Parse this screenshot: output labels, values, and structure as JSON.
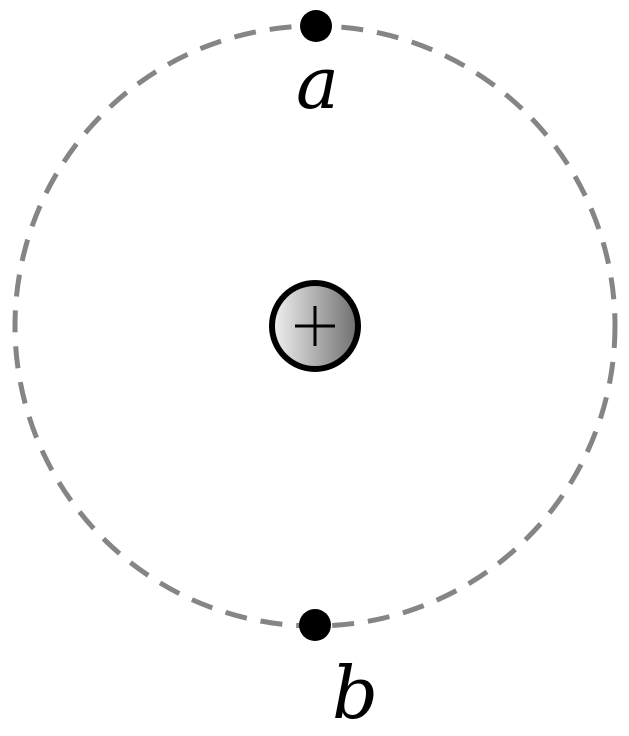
{
  "labels": {
    "point_a": "a",
    "point_b": "b"
  },
  "charge": {
    "sign_symbol_name": "plus-sign-icon",
    "gradient_light": "#f2f2f2",
    "gradient_dark": "#6e6e6e",
    "outline_color": "#000000"
  },
  "equipotential_circle": {
    "style": "dashed",
    "color": "#858585"
  },
  "points": {
    "color": "#000000"
  }
}
